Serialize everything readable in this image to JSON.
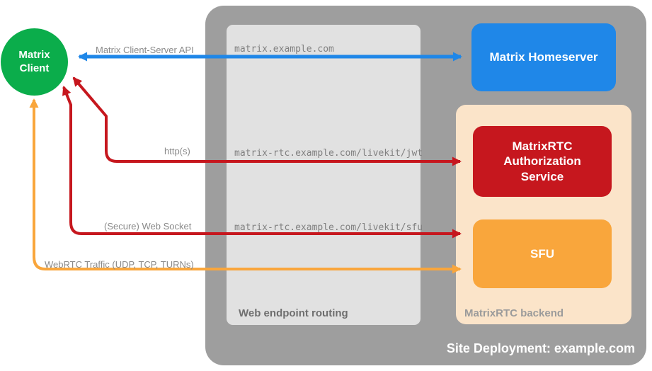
{
  "groups": {
    "site": {
      "label": "Site Deployment: example.com"
    },
    "web_routing": {
      "label": "Web endpoint routing"
    },
    "backend": {
      "label": "MatrixRTC backend"
    }
  },
  "nodes": {
    "client": {
      "label": "Matrix Client"
    },
    "homeserver": {
      "label": "Matrix Homeserver"
    },
    "auth_service": {
      "label": "MatrixRTC Authorization Service"
    },
    "sfu": {
      "label": "SFU"
    }
  },
  "arrows": {
    "client_server_api": {
      "label": "Matrix Client-Server API",
      "endpoint": "matrix.example.com",
      "color": "#1f87e8"
    },
    "https": {
      "label": "http(s)",
      "endpoint": "matrix-rtc.example.com/livekit/jwt",
      "color": "#c6171e"
    },
    "websocket": {
      "label": "(Secure) Web Socket",
      "endpoint": "matrix-rtc.example.com/livekit/sfu",
      "color": "#c6171e"
    },
    "webrtc": {
      "label": "WebRTC Traffic (UDP, TCP, TURNs)",
      "color": "#f9a63c"
    }
  },
  "colors": {
    "client_green": "#0bad4b",
    "homeserver_blue": "#1f87e8",
    "auth_red": "#c6171e",
    "sfu_orange": "#f9a63c",
    "site_gray": "#9e9e9e",
    "routing_gray": "#e1e1e1",
    "backend_peach": "#fbe4c9"
  }
}
